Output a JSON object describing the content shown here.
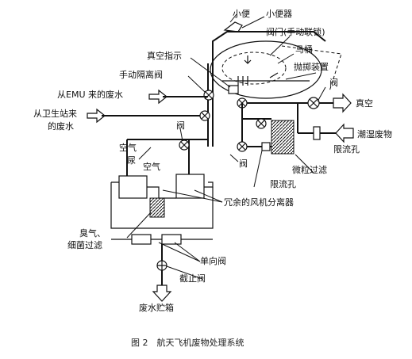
{
  "labels": {
    "urinal": "小便",
    "urinal_device": "小便器",
    "valve_manual_interlock": "阀门(手动联锁)",
    "vacuum_indicator": "真空指示",
    "toilet": "马桶",
    "manual_isolation_valve": "手动隔离阀",
    "slinger": "抛掷装置",
    "valve": "阀",
    "from_emu": "从EMU 来的废水",
    "vacuum": "真空",
    "from_station": "从卫生站来",
    "waste_water": "的废水",
    "wet_waste": "潮湿废物",
    "restrictor": "限流孔",
    "air_label": "空气",
    "urine_label": "尿",
    "air_inside": "空气",
    "particle_filter": "微粒过滤",
    "redundant_separator": "冗余的风机分离器",
    "odor": "臭气、",
    "bacteria_filter": "细菌过滤",
    "check_valve": "单向阀",
    "shutoff_valve": "截止阀",
    "waste_tank": "废水贮箱"
  },
  "caption": "图 2　航天飞机废物处理系统"
}
